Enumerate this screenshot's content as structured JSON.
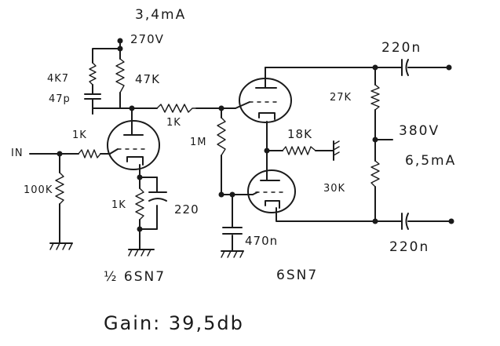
{
  "labels": {
    "top_current": "3,4mA",
    "supply": "270V",
    "r_plate_shunt": "4K7",
    "c_plate_shunt": "47p",
    "r_plate": "47K",
    "r_grid_stopper_in": "1K",
    "r_grid_stopper_out": "1K",
    "input": "IN",
    "r_grid_leak": "100K",
    "r_cathode": "1K",
    "c_cathode": "220",
    "r_grid_bias": "1M",
    "r_bias_top": "18K",
    "c_bias": "470n",
    "r_divider_top": "27K",
    "r_divider_bottom": "30K",
    "midpoint_voltage": "380V",
    "out_current": "6,5mA",
    "c_out_top": "220n",
    "c_out_bottom": "220n",
    "tube_1": "½ 6SN7",
    "tube_2": "6SN7",
    "gain": "Gain: 39,5db"
  }
}
